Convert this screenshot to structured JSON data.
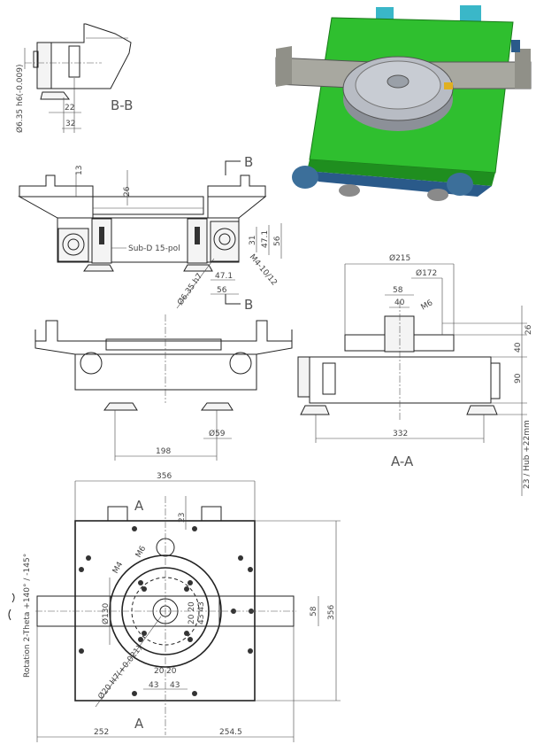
{
  "title": "Rotary 2-Theta stage technical drawing",
  "views": {
    "bb": {
      "label": "B-B",
      "dims": [
        "22",
        "32"
      ],
      "shaft": "Ø6.35 h6(-0.009)"
    },
    "side": {
      "section_mark": "B",
      "section_mark_bottom": "B",
      "dims": [
        "13",
        "26",
        "31",
        "47.1",
        "56",
        "47.1",
        "56"
      ],
      "connector": "Sub-D  15-pol",
      "thread": "M4-10/12",
      "shaft": "Ø6.35 h7"
    },
    "front": {
      "dims": [
        "198",
        "Ø59"
      ]
    },
    "aa": {
      "label": "A-A",
      "dims": [
        "Ø215",
        "Ø172",
        "58",
        "40",
        "M6",
        "26",
        "40",
        "90",
        "332"
      ],
      "stroke": "23 / Hub +22mm"
    },
    "top": {
      "section_top": "A",
      "section_bottom": "A",
      "dims": [
        "356",
        "23",
        "356",
        "58",
        "252",
        "254.5",
        "Ø130",
        "M6",
        "M4",
        "20",
        "20",
        "43",
        "43",
        "20 20",
        "43 43"
      ],
      "bore": "Ø20 H7(+0.021)",
      "rotation": "Rotation 2-Theta +140° / -145°"
    }
  },
  "colors": {
    "plate": "#2fbf2f",
    "disk": "#b8bcc4",
    "bracket": "#a8a8a0",
    "cyan": "#3ab7c8"
  }
}
